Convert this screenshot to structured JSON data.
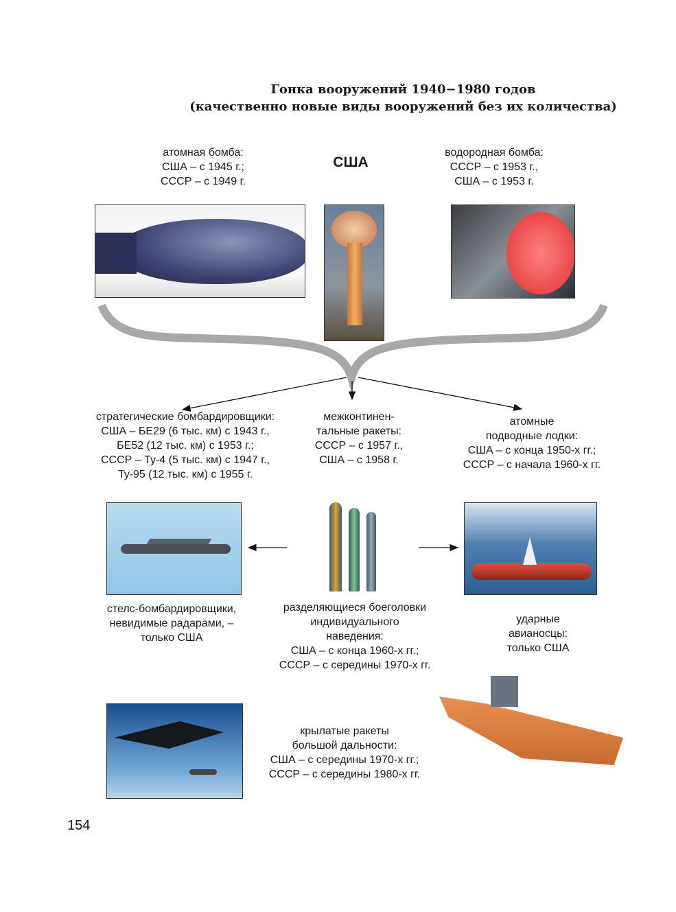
{
  "title": {
    "line1": "Гонка вооружений 1940−1980 годов",
    "line2": "(качественно новые виды вооружений без их количества)"
  },
  "header_label": "США",
  "atomic_bomb": [
    "атомная бомба:",
    "США – с 1945 г.;",
    "СССР – с 1949 г."
  ],
  "hydrogen_bomb": [
    "водородная бомба:",
    "СССР – с 1953 г.,",
    "США – с 1953 г."
  ],
  "strategic_bombers": [
    "стратегические бомбардировщики:",
    "США – БЕ29 (6 тыс. км) с 1943 г.,",
    "БЕ52 (12 тыс. км) с 1953 г.;",
    "СССР – Ту-4 (5 тыс. км) с 1947 г.,",
    "Ту-95 (12 тыс. км) с 1955 г."
  ],
  "icbm": [
    "межконтинен-",
    "тальные ракеты:",
    "СССР – с 1957 г.,",
    "США – с 1958 г."
  ],
  "nuclear_subs": [
    "атомные",
    "подводные лодки:",
    "США – с конца 1950-х гг.;",
    "СССР – с начала 1960-х гг."
  ],
  "stealth": [
    "стелс-бомбардировщики,",
    "невидимые радарами, –",
    "только США"
  ],
  "mirv": [
    "разделяющиеся боеголовки",
    "индивидуального",
    "наведения:",
    "США – с конца 1960-х гг.;",
    "СССР – с середины 1970-х гг."
  ],
  "carriers": [
    "ударные",
    "авианосцы:",
    "только США"
  ],
  "cruise": [
    "крылатые ракеты",
    "большой дальности:",
    "США – с середины 1970-х гг.;",
    "СССР – с середины 1980-х гг."
  ],
  "page_number": "154"
}
